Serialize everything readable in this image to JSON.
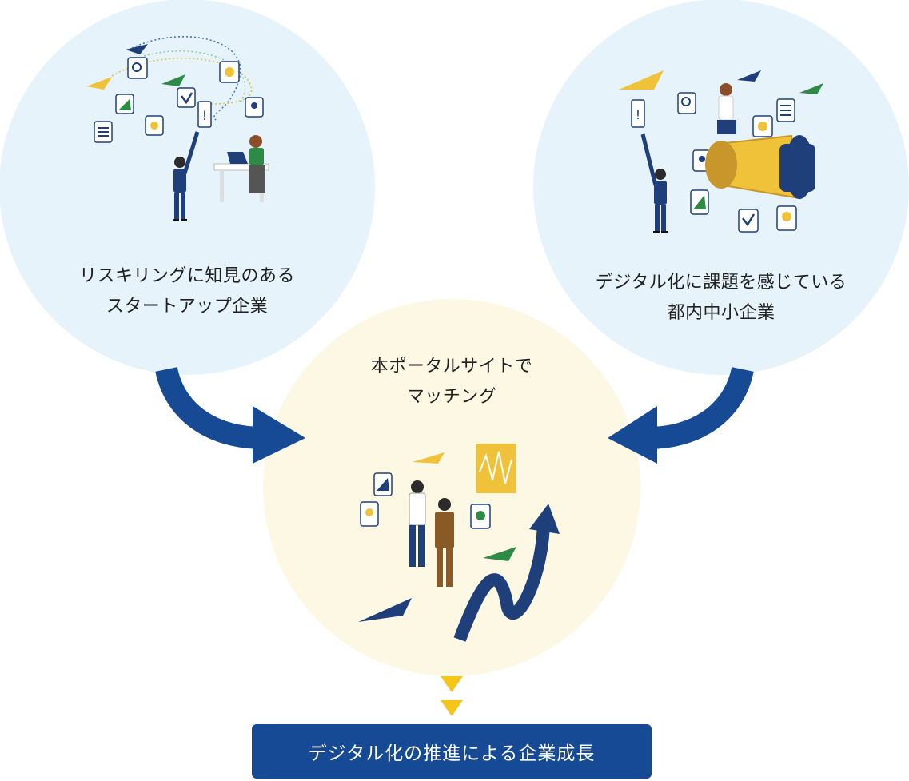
{
  "left_circle": {
    "line1": "リスキリングに知見のある",
    "line2": "スタートアップ企業"
  },
  "right_circle": {
    "line1": "デジタル化に課題を感じている",
    "line2": "都内中小企業"
  },
  "center_circle": {
    "line1": "本ポータルサイトで",
    "line2": "マッチング"
  },
  "result": {
    "text": "デジタル化の推進による企業成長"
  },
  "colors": {
    "left_circle_fill": "#e6f3fb",
    "right_circle_fill": "#e6f3fb",
    "center_circle_fill": "#fcf8e3",
    "arrow_blue": "#174a95",
    "down_arrow_yellow": "#f5c518",
    "result_box": "#174a95"
  }
}
